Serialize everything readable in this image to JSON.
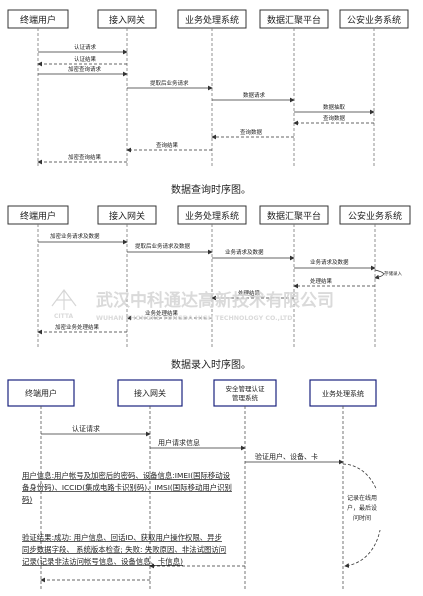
{
  "query": {
    "caption": "数据查询时序图。",
    "actors": [
      "终端用户",
      "接入网关",
      "业务处理系统",
      "数据汇聚平台",
      "公安业务系统"
    ],
    "messages": [
      {
        "label": "认证请求"
      },
      {
        "label": "认证结果"
      },
      {
        "label": "加密查询请求"
      },
      {
        "label": "提取后业务请求"
      },
      {
        "label": "数据请求"
      },
      {
        "label": "数据抽取"
      },
      {
        "label": "查询数据"
      },
      {
        "label": "查询数据"
      },
      {
        "label": "查询结果"
      },
      {
        "label": "加密查询结果"
      }
    ]
  },
  "entry": {
    "caption": "数据录入时序图。",
    "actors": [
      "终端用户",
      "接入网关",
      "业务处理系统",
      "数据汇聚平台",
      "公安业务系统"
    ],
    "messages": [
      {
        "label": "加密业务请求及数据"
      },
      {
        "label": "提取后业务请求及数据"
      },
      {
        "label": "业务请求及数据"
      },
      {
        "label": "业务请求及数据"
      },
      {
        "label": "存储录入"
      },
      {
        "label": "处理结果"
      },
      {
        "label": "处理结果"
      },
      {
        "label": "业务处理结果"
      },
      {
        "label": "加密业务处理结果"
      }
    ]
  },
  "watermark": {
    "main": "武汉中科通达高新技术有限公司",
    "sub": "WUHAN ZHONGKE TONGDA HIGH TECHNOLOGY CO.,LTD.",
    "logo": "CITTA"
  },
  "auth": {
    "actors": [
      "终端用户",
      "接入网关",
      "安全管理认证管理系统",
      "业务处理系统"
    ],
    "msg1": "认证请求",
    "msg2": "用户请求信息",
    "msg3": "验证用户、设备、卡",
    "info_lines": [
      "用户信息:用户帐号及加密后的密码、设备信息:IMEI(国际移动设",
      "备身份码)、ICCID(集成电路卡识别码)、IMSI(国际移动用户识别",
      "码)"
    ],
    "result_lines": [
      "验证结果:成功: 用户信息、回话ID、获取用户操作权限、异步",
      "同步数据字段、 系统版本检查; 失败: 失败原因、非法试图访问",
      "记录(记录非法访问帐号信息、设备信息、卡信息)"
    ],
    "note_lines": [
      "记录在线用",
      "户，最后设",
      "问时间"
    ]
  }
}
